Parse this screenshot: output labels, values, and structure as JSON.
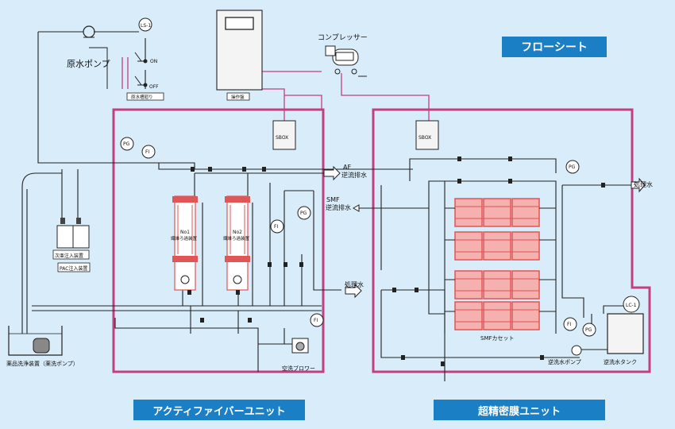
{
  "colors": {
    "background": "#d9ecfa",
    "unit_border": "#c2407f",
    "signal_line": "#c2407f",
    "pipe": "#222222",
    "membrane_red": "#e05555",
    "label_blue": "#1a7fc4"
  },
  "title_badge": "フローシート",
  "unit_labels": {
    "active_fiber": "アクティファイバーユニット",
    "membrane": "超精密膜ユニット"
  },
  "labels": {
    "raw_pump": "原水ポンプ",
    "ls1": "LS-1",
    "on": "ON",
    "off": "OFF",
    "raw_tank": "原水槽廻り",
    "control_panel": "操作盤",
    "compressor": "コンプレッサー",
    "sbox1": "SBOX",
    "sbox2": "SBOX",
    "pg": "PG",
    "fi": "FI",
    "af": "AF",
    "af_backwash": "逆流排水",
    "smf": "SMF",
    "smf_backwash": "逆流排水",
    "treated_water_mid": "処理水",
    "treated_water_out": "処理水",
    "no1": "No1",
    "no1_name": "繊維ろ過装置",
    "no2": "No2",
    "no2_name": "繊維ろ過装置",
    "coag_dosing": "次亜注入装置",
    "pac_dosing": "PAC注入装置",
    "chem_wash": "薬品洗浄装置（薬洗ポンプ）",
    "air_blower": "空洗ブロワー",
    "smf_cassette": "SMFカセット",
    "backwash_pump": "逆洗水ポンプ",
    "backwash_tank": "逆洗水タンク",
    "lc1": "LC-1"
  }
}
